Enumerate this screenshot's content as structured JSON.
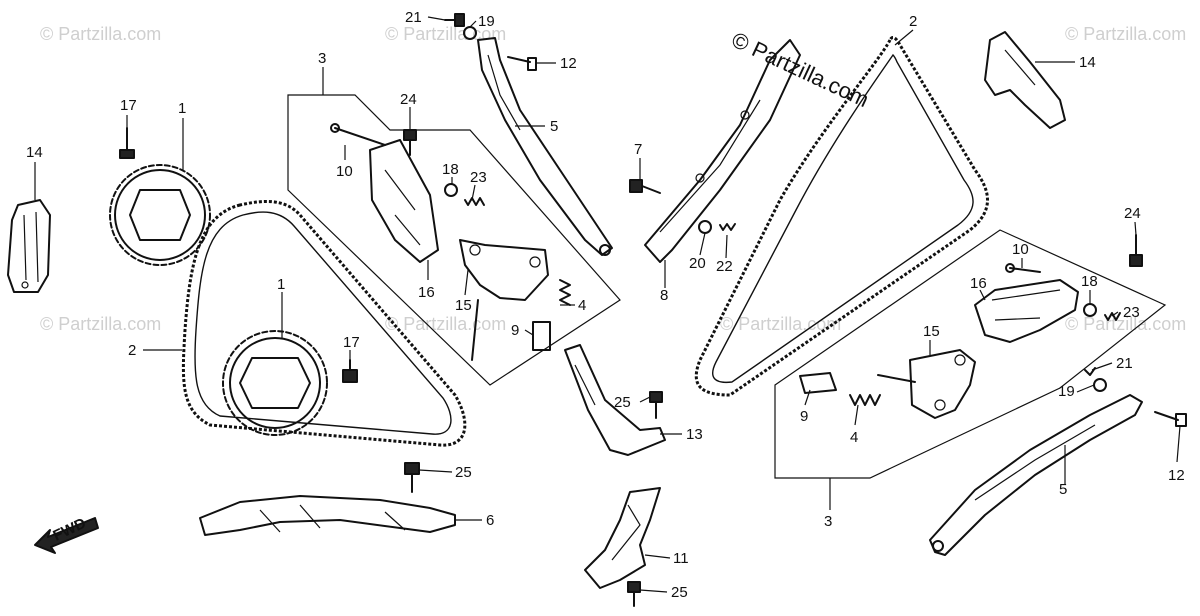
{
  "watermark": {
    "main_text": "© Partzilla.com",
    "faint_text": "© Partzilla.com"
  },
  "fwd_label": "FWD",
  "callouts": {
    "c1a": "1",
    "c1b": "1",
    "c2a": "2",
    "c2b": "2",
    "c3a": "3",
    "c3b": "3",
    "c4a": "4",
    "c4b": "4",
    "c5a": "5",
    "c5b": "5",
    "c6": "6",
    "c7": "7",
    "c8": "8",
    "c9a": "9",
    "c9b": "9",
    "c10a": "10",
    "c10b": "10",
    "c11": "11",
    "c12a": "12",
    "c12b": "12",
    "c13": "13",
    "c14a": "14",
    "c14b": "14",
    "c15a": "15",
    "c15b": "15",
    "c16a": "16",
    "c16b": "16",
    "c17a": "17",
    "c17b": "17",
    "c18a": "18",
    "c18b": "18",
    "c19a": "19",
    "c19b": "19",
    "c20": "20",
    "c21a": "21",
    "c21b": "21",
    "c22": "22",
    "c23a": "23",
    "c23b": "23",
    "c24a": "24",
    "c24b": "24",
    "c25a": "25",
    "c25b": "25",
    "c25c": "25"
  },
  "colors": {
    "line": "#111111",
    "watermark": "#cfcfcf",
    "background": "#ffffff"
  }
}
